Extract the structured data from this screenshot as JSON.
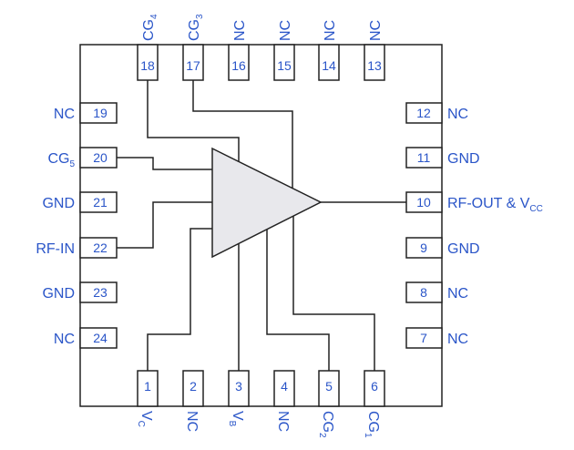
{
  "colors": {
    "label": "#2a55c8",
    "line": "#222222",
    "amplifier_fill": "#e8e8ec"
  },
  "pins": {
    "top": [
      {
        "num": "18",
        "label": "CG",
        "sub": "4"
      },
      {
        "num": "17",
        "label": "CG",
        "sub": "3"
      },
      {
        "num": "16",
        "label": "NC",
        "sub": ""
      },
      {
        "num": "15",
        "label": "NC",
        "sub": ""
      },
      {
        "num": "14",
        "label": "NC",
        "sub": ""
      },
      {
        "num": "13",
        "label": "NC",
        "sub": ""
      }
    ],
    "left": [
      {
        "num": "19",
        "label": "NC",
        "sub": ""
      },
      {
        "num": "20",
        "label": "CG",
        "sub": "5"
      },
      {
        "num": "21",
        "label": "GND",
        "sub": ""
      },
      {
        "num": "22",
        "label": "RF-IN",
        "sub": ""
      },
      {
        "num": "23",
        "label": "GND",
        "sub": ""
      },
      {
        "num": "24",
        "label": "NC",
        "sub": ""
      }
    ],
    "right": [
      {
        "num": "12",
        "label": "NC",
        "sub": ""
      },
      {
        "num": "11",
        "label": "GND",
        "sub": ""
      },
      {
        "num": "10",
        "label": "RF-OUT & V",
        "sub": "CC"
      },
      {
        "num": "9",
        "label": "GND",
        "sub": ""
      },
      {
        "num": "8",
        "label": "NC",
        "sub": ""
      },
      {
        "num": "7",
        "label": "NC",
        "sub": ""
      }
    ],
    "bottom": [
      {
        "num": "1",
        "label": "V",
        "sub": "C"
      },
      {
        "num": "2",
        "label": "NC",
        "sub": ""
      },
      {
        "num": "3",
        "label": "V",
        "sub": "B"
      },
      {
        "num": "4",
        "label": "NC",
        "sub": ""
      },
      {
        "num": "5",
        "label": "CG",
        "sub": "2"
      },
      {
        "num": "6",
        "label": "CG",
        "sub": "1"
      }
    ]
  }
}
